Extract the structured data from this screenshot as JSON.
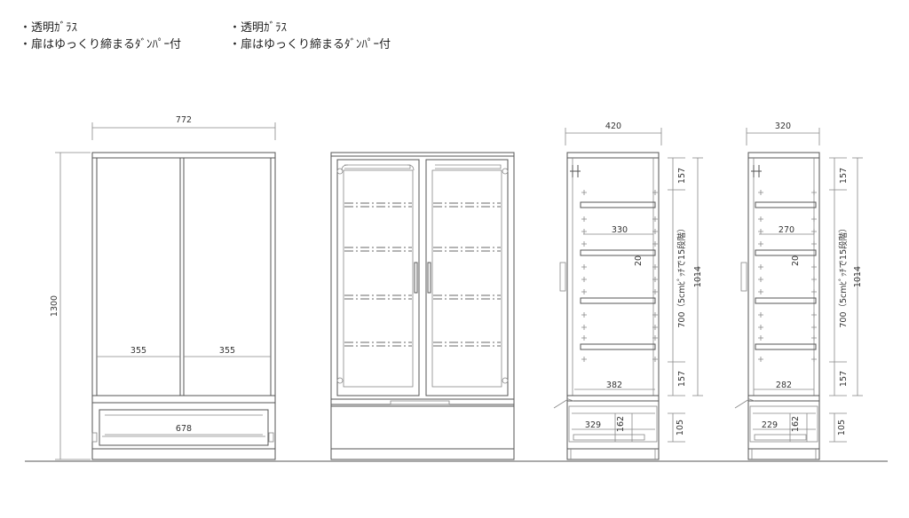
{
  "notes": {
    "left": [
      "・透明ｶﾞﾗｽ",
      "・扉はゆっくり締まるﾀﾞﾝﾊﾟｰ付"
    ],
    "right": [
      "・透明ｶﾞﾗｽ",
      "・扉はゆっくり締まるﾀﾞﾝﾊﾟｰ付"
    ]
  },
  "front_view": {
    "width": "772",
    "height": "1300",
    "door_left_width": "355",
    "door_right_width": "355",
    "drawer_width": "678"
  },
  "side_view_deep": {
    "depth": "420",
    "inner_depth": "330",
    "shelf_thickness": "20",
    "bottom_depth": "382",
    "drawer_depth": "329",
    "drawer_inner_height": "162",
    "top_gap": "157",
    "pitch_range": "700（5cmﾋﾟｯﾁで15段階）",
    "bottom_gap": "157",
    "drawer_height": "105",
    "total_height": "1014"
  },
  "side_view_shallow": {
    "depth": "320",
    "inner_depth": "270",
    "shelf_thickness": "20",
    "bottom_depth": "282",
    "drawer_depth": "229",
    "drawer_inner_height": "162",
    "top_gap": "157",
    "pitch_range": "700（5cmﾋﾟｯﾁで15段階）",
    "bottom_gap": "157",
    "drawer_height": "105",
    "total_height": "1014"
  }
}
